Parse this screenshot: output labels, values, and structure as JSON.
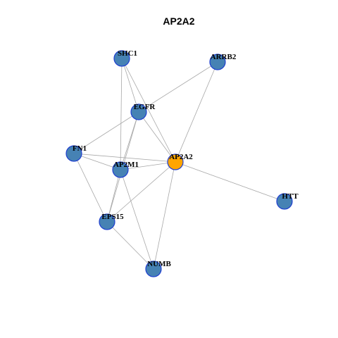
{
  "title": "AP2A2",
  "colors": {
    "node_default": "#4682b4",
    "node_focus": "#ffa500",
    "node_border": "#1f3fd0",
    "edge": "#a8a8a8"
  },
  "nodes": [
    {
      "id": "SHC1",
      "label": "SHC1",
      "focus": false
    },
    {
      "id": "ARRB2",
      "label": "ARRB2",
      "focus": false
    },
    {
      "id": "EGFR",
      "label": "EGFR",
      "focus": false
    },
    {
      "id": "FN1",
      "label": "FN1",
      "focus": false
    },
    {
      "id": "AP2M1",
      "label": "AP2M1",
      "focus": false
    },
    {
      "id": "AP2A2",
      "label": "AP2A2",
      "focus": true
    },
    {
      "id": "HTT",
      "label": "HTT",
      "focus": false
    },
    {
      "id": "EPS15",
      "label": "EPS15",
      "focus": false
    },
    {
      "id": "NUMB",
      "label": "NUMB",
      "focus": false
    }
  ],
  "edges": [
    [
      "SHC1",
      "EGFR"
    ],
    [
      "SHC1",
      "AP2M1"
    ],
    [
      "SHC1",
      "AP2A2"
    ],
    [
      "ARRB2",
      "EGFR"
    ],
    [
      "ARRB2",
      "AP2A2"
    ],
    [
      "EGFR",
      "FN1"
    ],
    [
      "EGFR",
      "AP2M1"
    ],
    [
      "EGFR",
      "AP2A2"
    ],
    [
      "EGFR",
      "EPS15"
    ],
    [
      "FN1",
      "AP2M1"
    ],
    [
      "FN1",
      "AP2A2"
    ],
    [
      "FN1",
      "EPS15"
    ],
    [
      "AP2M1",
      "AP2A2"
    ],
    [
      "AP2M1",
      "EPS15"
    ],
    [
      "AP2M1",
      "NUMB"
    ],
    [
      "AP2A2",
      "HTT"
    ],
    [
      "AP2A2",
      "EPS15"
    ],
    [
      "AP2A2",
      "NUMB"
    ],
    [
      "EPS15",
      "NUMB"
    ]
  ]
}
